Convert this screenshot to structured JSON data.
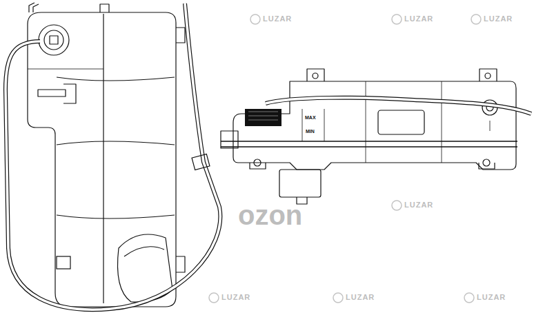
{
  "diagram": {
    "labels": [
      "MAX",
      "MIN",
      "LUZAR",
      "LUZAR",
      "LUZAR",
      "LUZAR",
      "LUZAR",
      "LUZAR",
      "LUZAR",
      "ozon"
    ]
  }
}
